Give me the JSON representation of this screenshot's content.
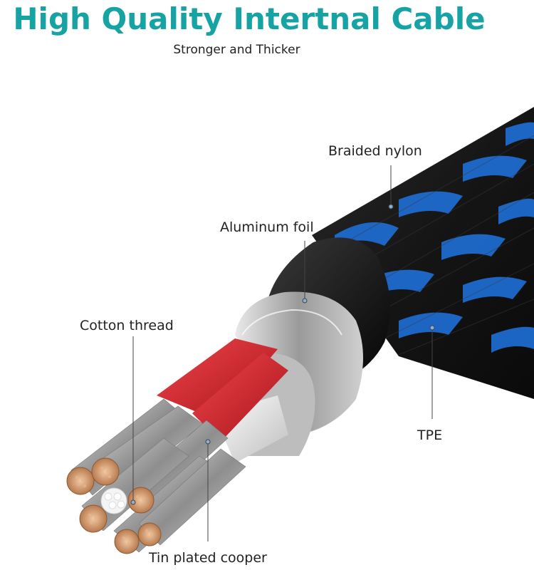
{
  "title": "High Quality Intertnal Cable",
  "subtitle": "Stronger and Thicker",
  "labels": {
    "braided_nylon": "Braided nylon",
    "aluminum_foil": "Aluminum foil",
    "cotton_thread": "Cotton thread",
    "tpe": "TPE",
    "tin_plated_copper": "Tin plated cooper"
  },
  "colors": {
    "title": "#17a3a3",
    "braid_blue": "#1f6fd6",
    "braid_black": "#1a1a1a",
    "insulation_red": "#d8252c",
    "insulation_white": "#e8e8e8",
    "foil_silver": "#c9c9c9",
    "copper": "#c98a5a"
  }
}
